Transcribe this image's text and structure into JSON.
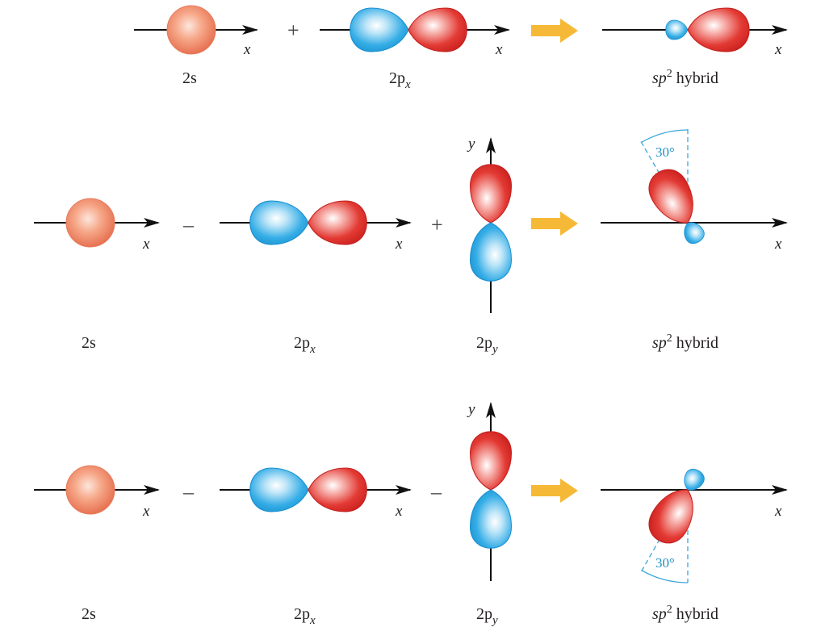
{
  "colors": {
    "red_lobe": "#e0322f",
    "blue_lobe": "#2aa3e0",
    "s_orbital": "#ee8060",
    "arrow": "#f6b937",
    "axis": "#111111",
    "angle": "#1f8fc4"
  },
  "axis_label_x": "x",
  "axis_label_y": "y",
  "rows": [
    {
      "op1": "+",
      "s_label": "2s",
      "px_label_main": "2p",
      "px_label_sub": "x",
      "hybrid_label_italic": "sp",
      "hybrid_label_sup": "2",
      "hybrid_label_rest": " hybrid"
    },
    {
      "op1": "–",
      "op2": "+",
      "s_label": "2s",
      "px_label_main": "2p",
      "px_label_sub": "x",
      "py_label_main": "2p",
      "py_label_sub": "y",
      "angle_label": "30°",
      "hybrid_label_italic": "sp",
      "hybrid_label_sup": "2",
      "hybrid_label_rest": " hybrid"
    },
    {
      "op1": "–",
      "op2": "–",
      "s_label": "2s",
      "px_label_main": "2p",
      "px_label_sub": "x",
      "py_label_main": "2p",
      "py_label_sub": "y",
      "angle_label": "30°",
      "hybrid_label_italic": "sp",
      "hybrid_label_sup": "2",
      "hybrid_label_rest": " hybrid"
    }
  ]
}
